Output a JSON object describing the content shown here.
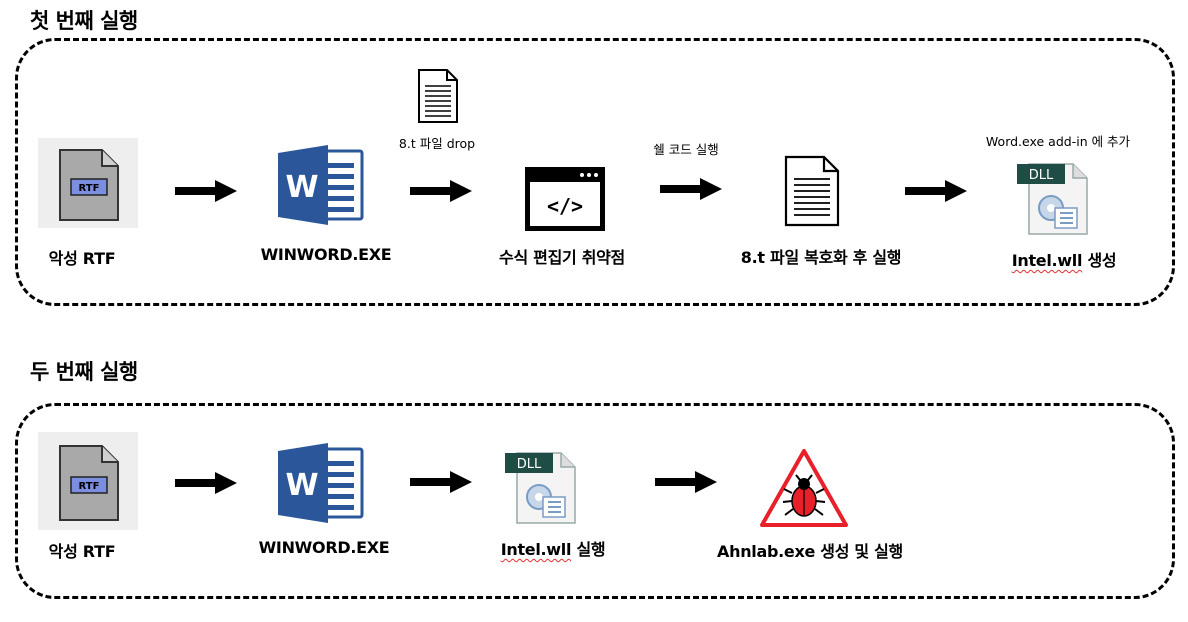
{
  "section1": {
    "heading": "첫 번째 실행",
    "nodes": [
      {
        "label": "악성 RTF",
        "icon": "rtf-file-icon",
        "icon_text": "RTF"
      },
      {
        "label": "WINWORD.EXE",
        "icon": "word-icon",
        "icon_text": "W"
      },
      {
        "label": "수식 편집기 취약점",
        "icon": "code-window-icon",
        "icon_text": "</>"
      },
      {
        "label": "8.t 파일 복호화 후 실행",
        "icon": "document-icon"
      },
      {
        "label_underlined": "Intel.wll",
        "label_suffix": " 생성",
        "icon": "dll-file-icon",
        "icon_text": "DLL"
      }
    ],
    "edge_labels": [
      "8.t 파일 drop",
      "쉘 코드 실행",
      "Word.exe add-in 에 추가"
    ]
  },
  "section2": {
    "heading": "두 번째 실행",
    "nodes": [
      {
        "label": "악성 RTF",
        "icon": "rtf-file-icon",
        "icon_text": "RTF"
      },
      {
        "label": "WINWORD.EXE",
        "icon": "word-icon",
        "icon_text": "W"
      },
      {
        "label_underlined": "Intel.wll",
        "label_suffix": " 실행",
        "icon": "dll-file-icon",
        "icon_text": "DLL"
      },
      {
        "label": "Ahnlab.exe 생성 및 실행",
        "icon": "malware-warning-icon"
      }
    ]
  },
  "colors": {
    "word_blue": "#2b579a",
    "warning_red": "#e8202a",
    "dll_dark": "#1f4d46"
  }
}
